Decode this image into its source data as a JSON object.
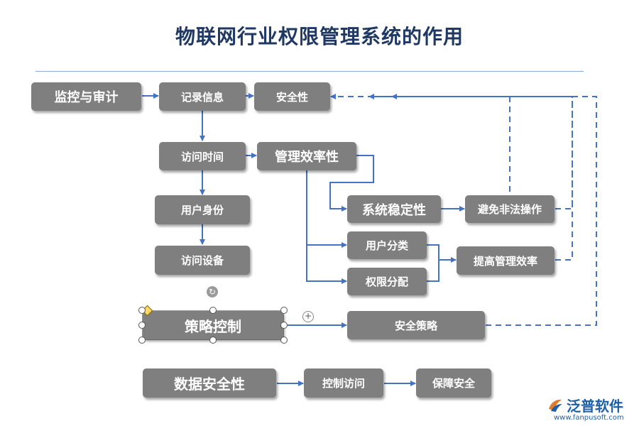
{
  "title": "物联网行业权限管理系统的作用",
  "colors": {
    "node": "#7f7f7f",
    "arrow": "#4472c4",
    "title": "#1f3864"
  },
  "nodes": {
    "monitor_audit": "监控与审计",
    "record_info": "记录信息",
    "security_top": "安全性",
    "access_time": "访问时间",
    "mgmt_efficiency": "管理效率性",
    "user_identity": "用户身份",
    "access_device": "访问设备",
    "system_stability": "系统稳定性",
    "avoid_illegal": "避免非法操作",
    "user_class": "用户分类",
    "perm_assign": "权限分配",
    "improve_efficiency": "提高管理效率",
    "policy_control": "策略控制",
    "security_policy": "安全策略",
    "data_security": "数据安全性",
    "control_access": "控制访问",
    "ensure_security": "保障安全"
  },
  "logo": {
    "name": "泛普软件",
    "url": "www.fanpusoft.com"
  }
}
